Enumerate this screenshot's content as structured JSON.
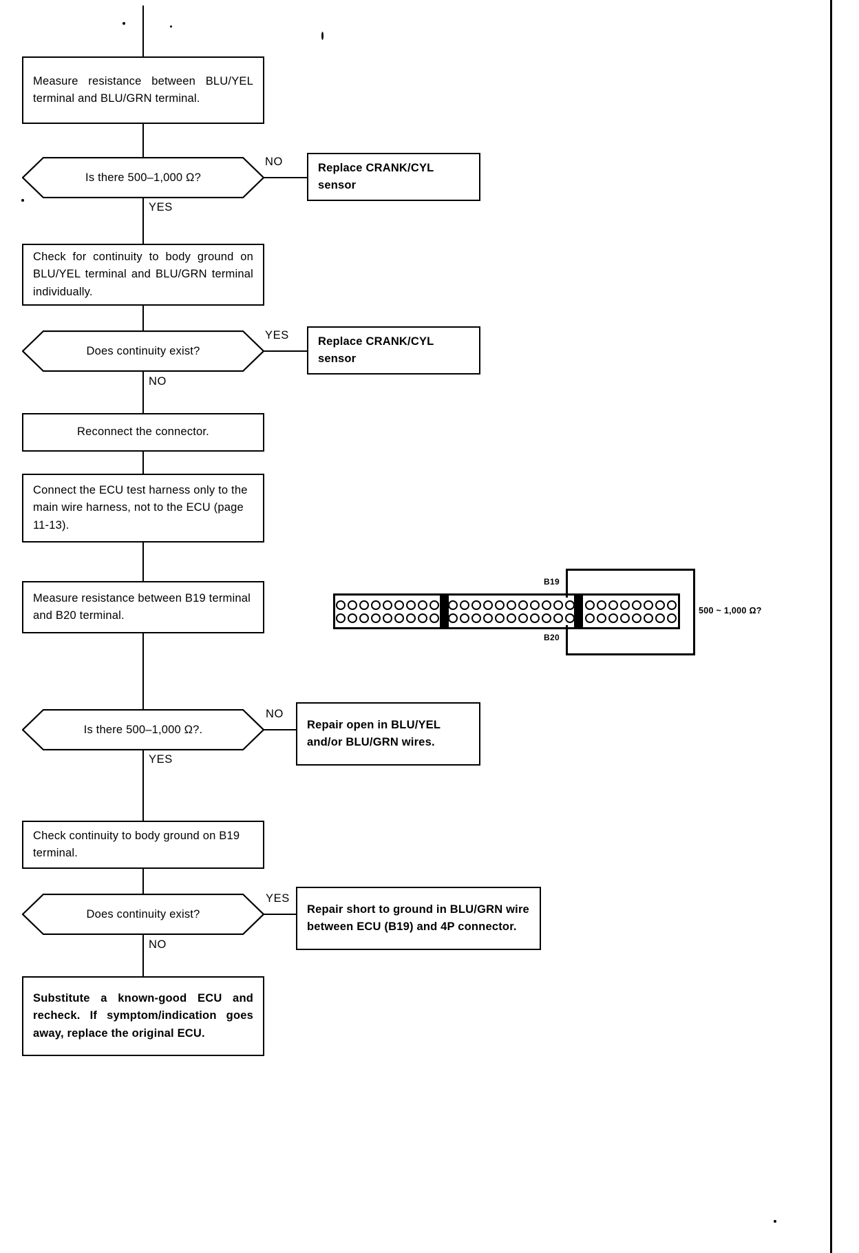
{
  "document": {
    "kind": "service-manual-troubleshooting-flowchart",
    "subject": "CRANK/CYL sensor circuit test"
  },
  "flow": {
    "steps": [
      {
        "id": "measure-resistance-blu-terminals",
        "type": "process",
        "text": "Measure resistance between BLU/YEL terminal and BLU/GRN terminal."
      },
      {
        "id": "is-there-500-1000-ohm-1",
        "type": "decision",
        "text": "Is there 500–1,000 Ω?",
        "yes_label": "YES",
        "no_label": "NO"
      },
      {
        "id": "replace-crank-cyl-sensor-1",
        "type": "process",
        "text": "Replace CRANK/CYL sensor",
        "bold": true
      },
      {
        "id": "check-continuity-body-ground-blu",
        "type": "process",
        "text": "Check for continuity to body ground on BLU/YEL terminal and BLU/GRN terminal individually."
      },
      {
        "id": "does-continuity-exist-1",
        "type": "decision",
        "text": "Does continuity exist?",
        "yes_label": "YES",
        "no_label": "NO"
      },
      {
        "id": "replace-crank-cyl-sensor-2",
        "type": "process",
        "text": "Replace CRANK/CYL sensor",
        "bold": true
      },
      {
        "id": "reconnect-connector",
        "type": "process",
        "text": "Reconnect the connector."
      },
      {
        "id": "connect-ecu-test-harness",
        "type": "process",
        "text": "Connect the ECU test harness only to the main wire harness, not to the ECU (page 11-13)."
      },
      {
        "id": "measure-resistance-b19-b20",
        "type": "process",
        "text": "Measure resistance between B19 terminal and B20 terminal."
      },
      {
        "id": "is-there-500-1000-ohm-2",
        "type": "decision",
        "text": "Is there 500–1,000 Ω?.",
        "yes_label": "YES",
        "no_label": "NO"
      },
      {
        "id": "repair-open-blu-wires",
        "type": "process",
        "text": "Repair open in BLU/YEL and/or BLU/GRN wires.",
        "bold": true
      },
      {
        "id": "check-continuity-b19",
        "type": "process",
        "text": "Check continuity to body ground on B19 terminal."
      },
      {
        "id": "does-continuity-exist-2",
        "type": "decision",
        "text": "Does continuity exist?",
        "yes_label": "YES",
        "no_label": "NO"
      },
      {
        "id": "repair-short-to-ground",
        "type": "process",
        "text": "Repair short to ground in BLU/GRN wire between ECU (B19) and 4P connector.",
        "bold": true
      },
      {
        "id": "substitute-known-good-ecu",
        "type": "process",
        "text": "Substitute a known-good ECU and recheck. If symptom/indication goes away, replace the original ECU.",
        "bold": true
      }
    ]
  },
  "connector_figure": {
    "name": "ecu-connector-pinout",
    "pin_label_top": "B19",
    "pin_label_bottom": "B20",
    "resistance_label": "500 ~ 1,000 Ω?",
    "blocks": [
      {
        "name": "connector-block-left",
        "pins_per_row": 9,
        "rows": 2
      },
      {
        "name": "connector-block-center",
        "pins_per_row": 11,
        "rows": 2
      },
      {
        "name": "connector-block-right",
        "pins_per_row": 8,
        "rows": 2
      }
    ]
  },
  "colors": {
    "ink": "#000000",
    "paper": "#ffffff"
  }
}
